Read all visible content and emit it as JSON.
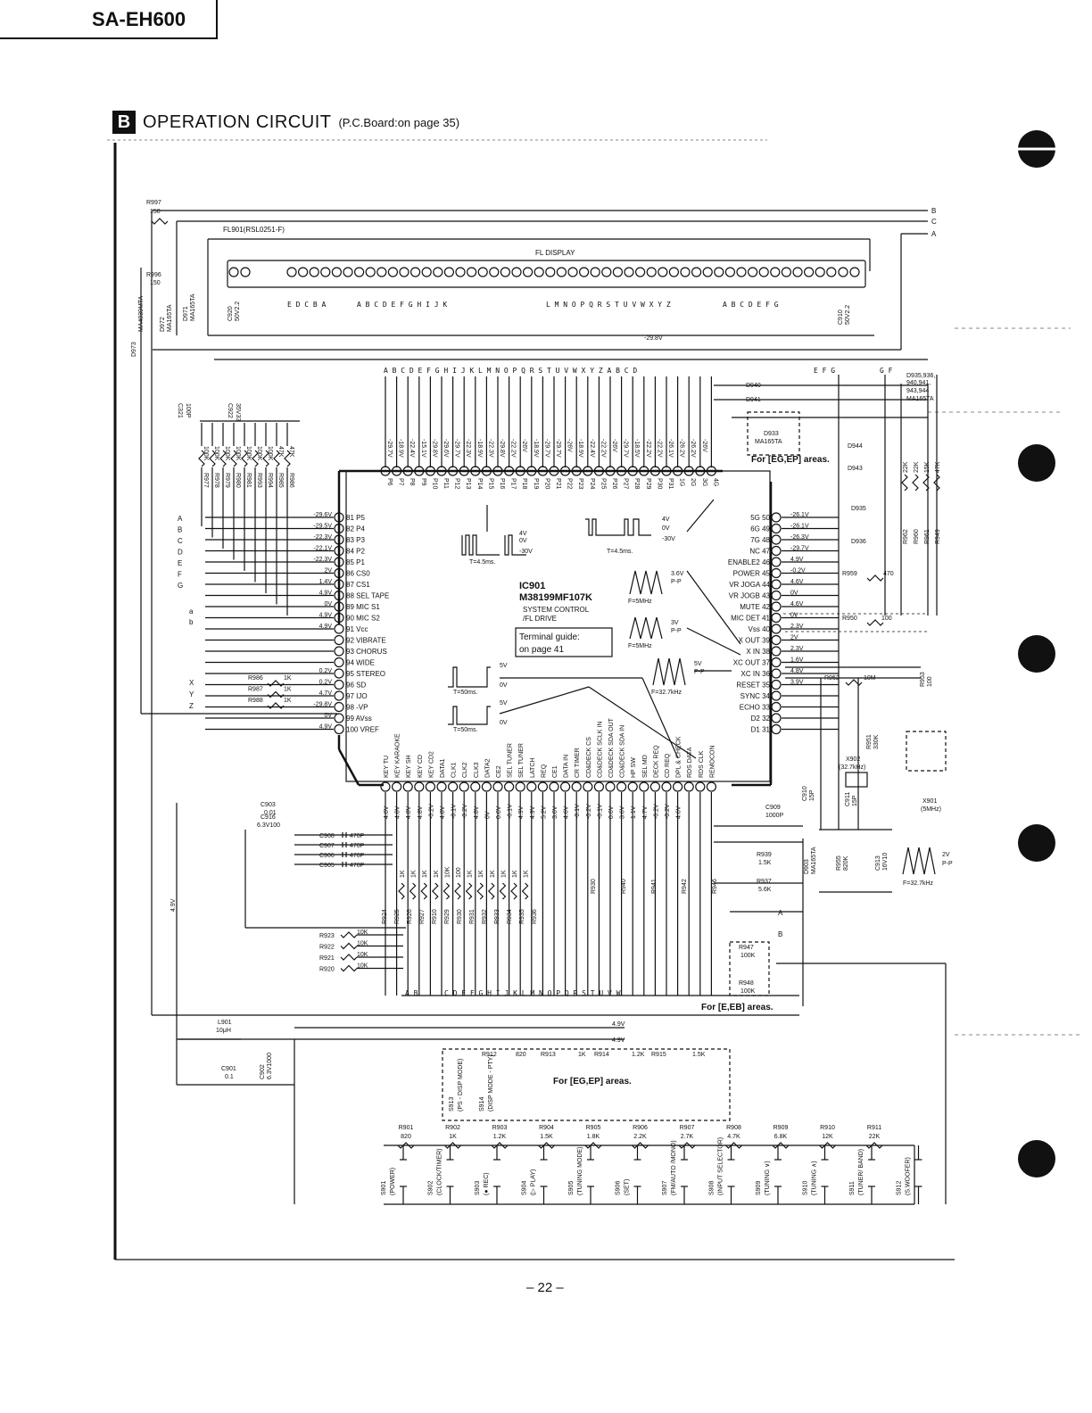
{
  "header": {
    "model": "SA-EH600",
    "section_badge": "B",
    "title": "OPERATION CIRCUIT",
    "subtitle": "(P.C.Board:on page 35)"
  },
  "display": {
    "fl_ref": "FL901(RSL0251-F)",
    "fl_title": "FL DISPLAY",
    "grid_letters_left": "E D C B A",
    "seg_letters_1": "A B C D E F G H I J K",
    "seg_letters_2": "L M N O P Q R S T U V W X Y Z",
    "seg_letters_3": "A B C D E F G",
    "bus_letters": "A B C D E F G H I J K L M N O P Q R S T U V W X Y Z A B C D",
    "bus_letters_right": "E F G",
    "bus_gf": "G F"
  },
  "ic": {
    "ref": "IC901",
    "part": "M38199MF107K",
    "desc1": "SYSTEM CONTROL",
    "desc2": "/FL DRIVE",
    "guide1": "Terminal guide:",
    "guide2": "on page 41"
  },
  "left_pins": [
    {
      "v": "-29.6V",
      "label": "81 P5"
    },
    {
      "v": "-29.5V",
      "label": "82 P4"
    },
    {
      "v": "-22.3V",
      "label": "83 P3"
    },
    {
      "v": "-22.1V",
      "label": "84 P2"
    },
    {
      "v": "-22.3V",
      "label": "85 P1"
    },
    {
      "v": "2V",
      "label": "86 CS0"
    },
    {
      "v": "1.4V",
      "label": "87 CS1"
    },
    {
      "v": "4.9V",
      "label": "88 SEL TAPE"
    },
    {
      "v": "0V",
      "label": "89 MIC S1"
    },
    {
      "v": "4.9V",
      "label": "90 MIC S2"
    },
    {
      "v": "4.9V",
      "label": "91 Vcc"
    },
    {
      "v": "",
      "label": "92 VIBRATE"
    },
    {
      "v": "",
      "label": "93 CHORUS"
    },
    {
      "v": "",
      "label": "94 WIDE"
    },
    {
      "v": "0.2V",
      "label": "95 STEREO"
    },
    {
      "v": "0.2V",
      "label": "96 SD"
    },
    {
      "v": "4.7V",
      "label": "97 IJO"
    },
    {
      "v": "-29.8V",
      "label": "98 -VP"
    },
    {
      "v": "0V",
      "label": "99 AVss"
    },
    {
      "v": "4.9V",
      "label": "100 VREF"
    }
  ],
  "right_pins": [
    {
      "label": "5G 50",
      "v": "-26.1V"
    },
    {
      "label": "6G 49",
      "v": "-26.1V"
    },
    {
      "label": "7G 48",
      "v": "-26.3V"
    },
    {
      "label": "NC 47",
      "v": "-29.7V"
    },
    {
      "label": "ENABLE2 46",
      "v": "4.9V"
    },
    {
      "label": "POWER 45",
      "v": "-0.2V"
    },
    {
      "label": "VR JOGA 44",
      "v": "4.6V"
    },
    {
      "label": "VR JOGB 43",
      "v": "0V"
    },
    {
      "label": "MUTE 42",
      "v": "4.6V"
    },
    {
      "label": "MIC DET 41",
      "v": "0V"
    },
    {
      "label": "Vss 40",
      "v": "2.3V"
    },
    {
      "label": "X OUT 39",
      "v": "2V"
    },
    {
      "label": "X IN 38",
      "v": "2.3V"
    },
    {
      "label": "XC OUT 37",
      "v": "1.6V"
    },
    {
      "label": "XC IN 36",
      "v": "4.8V"
    },
    {
      "label": "RESET 35",
      "v": "3.9V"
    },
    {
      "label": "SYNC 34",
      "v": ""
    },
    {
      "label": "ECHO 33",
      "v": ""
    },
    {
      "label": "D2 32",
      "v": ""
    },
    {
      "label": "D1 31",
      "v": ""
    }
  ],
  "top_pins": [
    "P6",
    "P7",
    "P8",
    "P9",
    "P10",
    "P11",
    "P12",
    "P13",
    "P14",
    "P15",
    "P16",
    "P17",
    "P18",
    "P19",
    "P20",
    "P21",
    "P22",
    "P23",
    "P24",
    "P25",
    "P26",
    "P27",
    "P28",
    "P29",
    "P30",
    "P31",
    "1G",
    "2G",
    "3G",
    "4G"
  ],
  "top_voltages": [
    "-29.7V",
    "-18.9V",
    "-22.4V",
    "-15.1V",
    "-29.8V",
    "-29.6V",
    "-29.7V",
    "-22.3V",
    "-18.9V",
    "-22.3V",
    "-29.8V",
    "-22.2V",
    "-26V",
    "-18.9V",
    "-29.7V",
    "-29.7V",
    "-26V",
    "-18.9V",
    "-22.4V",
    "-22.2V",
    "-26V",
    "-29.7V",
    "-18.5V",
    "-22.2V",
    "-22.2V",
    "-26.1V",
    "-26.2V",
    "-26.2V",
    "-26V"
  ],
  "bottom_pins": [
    "KEY TU",
    "KEY KARAOKE",
    "KEY SH",
    "KEY CD",
    "KEY CD2",
    "DATA1",
    "CLK1",
    "CLK2",
    "CLK3",
    "DATA2",
    "CE2",
    "SEL TUNER",
    "SEL TUNER",
    "LATCH",
    "REQ",
    "CE1",
    "DATA IN",
    "CR TIMER",
    "CD&DECK CS",
    "CD&DECK SCLK IN",
    "CD&DECK SDA OUT",
    "CD&DECK SDA IN",
    "HP SW",
    "SEL MD",
    "DECK REQ",
    "CD REQ",
    "DPL & CHECK",
    "RDS DATA",
    "RDS CLK",
    "REMOCON"
  ],
  "bottom_voltages": [
    "4.6V",
    "4.8V",
    "4.8V",
    "4.8V",
    "-0.2V",
    "4.8V",
    "-0.1V",
    "-0.2V",
    "4.8V",
    "0V",
    "0.6V",
    "-0.1V",
    "4.9V",
    "4.9V",
    "5.2V",
    "3.6V",
    "4.6V",
    "-0.1V",
    "-0.2V",
    "-0.1V",
    "0.6V",
    "3.6V",
    "1.1V",
    "4.7V",
    "-0.2V",
    "-0.2V",
    "4.6V"
  ],
  "waveforms": {
    "w1_amp": "4V",
    "w1_zero": "0V",
    "w1_neg": "-30V",
    "w1_t": "T=4.5ms.",
    "w2_amp": "4V",
    "w2_zero": "0V",
    "w2_neg": "-30V",
    "w2_t": "T=4.5ms.",
    "w3_v": "3.6V",
    "w3_pp": "P-P",
    "w3_f": "F=5MHz",
    "w4_v": "3V",
    "w4_pp": "P-P",
    "w4_f": "F=5MHz",
    "w5_v": "5V",
    "w5_pp": "P-P",
    "w5_f": "F=32.7kHz",
    "w6_v": "5V",
    "w6_zero": "0V",
    "w6_t": "T=50ms.",
    "w7_v": "5V",
    "w7_zero": "0V",
    "w7_t": "T=50ms.",
    "w8_v": "2V",
    "w8_pp": "P-P",
    "w8_f": "F=32.7kHz"
  },
  "components": {
    "r997": "R997",
    "r997v": "150",
    "r996": "R996",
    "r996v": "150",
    "d973": "D973",
    "d973p": "MA4039MTA",
    "d972": "D972",
    "d972p": "MA165TA",
    "d971": "D971",
    "d971p": "MA165TA",
    "c920": "C920",
    "c920v": "50V2.2",
    "c910": "C910",
    "c910v": "50V2.2",
    "c321": "C321",
    "c321v": "100P",
    "c922": "C922",
    "c922v": "35V33",
    "d935": "D935,936,",
    "d935b": "940,941,",
    "d935c": "943,944",
    "d935p": "MA165TA",
    "d940": "D940",
    "d941": "D941",
    "d933": "D933",
    "d933p": "MA165TA",
    "d944": "D944",
    "d943": "D943",
    "d935r": "D935",
    "d936": "D936",
    "for_eg_ep": "For [EG,EP] areas.",
    "for_e_eb": "For [E,EB] areas.",
    "for_eg_ep2": "For [EG,EP] areas.",
    "r959": "R959",
    "r959v": "470",
    "r950": "R950",
    "r950v": "100",
    "r952": "R952",
    "r952v": "10M",
    "r953": "R953",
    "r953v": "100",
    "r951": "R951",
    "r951v": "330K",
    "x902": "X902",
    "x902v": "(32.7kHz)",
    "x901": "X901",
    "x901v": "(5MHz)",
    "c909": "C909",
    "c909v": "1000P",
    "c910b": "C910",
    "c910bv": "15P",
    "c911": "C911",
    "c911v": "15P",
    "d903": "D903",
    "d903p": "MA165TA",
    "r955": "R955",
    "r955v": "820K",
    "c913": "C913",
    "c913v": "16V10",
    "r939": "R939",
    "r939v": "1.5K",
    "r937": "R937",
    "r937v": "5.6K",
    "r947": "R947",
    "r947v": "100K",
    "r948": "R948",
    "r948v": "100K",
    "r986": "R986",
    "r987": "R987",
    "r988": "R988",
    "r_1k": "1K",
    "c903": "C903",
    "c903v": "0.01",
    "c916": "C916",
    "c916v": "6.3V100",
    "c905": "C905",
    "c906": "C906",
    "c907": "C907",
    "c908": "C908",
    "c_470p": "470P",
    "r923": "R923",
    "r922": "R922",
    "r921": "R921",
    "r920": "R920",
    "r_10k": "10K",
    "l901": "L901",
    "l901v": "10μH",
    "c901": "C901",
    "c901v": "0.1",
    "c902": "C902",
    "c902v": "6.3V1000",
    "v49a": "4.9V",
    "v49b": "4.9V",
    "v49c": "4.9V",
    "v298": "-29.8V",
    "r912": "R912",
    "r912v": "820",
    "r913": "R913",
    "r913v": "1K",
    "r914": "R914",
    "r914v": "1.2K",
    "r915": "R915",
    "r915v": "1.5K"
  },
  "pullups": [
    "R977",
    "R978",
    "R979",
    "R980",
    "R981",
    "R993",
    "R994",
    "R985",
    "R986"
  ],
  "pullup_values": [
    "100K",
    "100K",
    "100K",
    "100K",
    "100K",
    "100K",
    "100K",
    "47K",
    "47K"
  ],
  "right_res": [
    "R962",
    "R960",
    "R961",
    "R949"
  ],
  "right_res_v": [
    "22K",
    "22K",
    "15K",
    "47K"
  ],
  "low_res_v": [
    "1K",
    "1K",
    "1K",
    "1K",
    "10K",
    "100",
    "1K",
    "1K",
    "1K",
    "1K",
    "1K",
    "1K"
  ],
  "low_res": [
    "R924",
    "R925",
    "R926",
    "R927",
    "R910",
    "R929",
    "R930",
    "R931",
    "R932",
    "R933",
    "R934",
    "R935",
    "R936"
  ],
  "mid_res": [
    "R930",
    "R940",
    "R941",
    "R942",
    "R946"
  ],
  "bottom_bus_left": "A B",
  "bottom_bus_letters": "C D E F G H I J K L M N O P Q R S T U V W",
  "key_resistors": [
    {
      "ref": "R901",
      "v": "820"
    },
    {
      "ref": "R902",
      "v": "1K"
    },
    {
      "ref": "R903",
      "v": "1.2K"
    },
    {
      "ref": "R904",
      "v": "1.5K"
    },
    {
      "ref": "R905",
      "v": "1.8K"
    },
    {
      "ref": "R906",
      "v": "2.2K"
    },
    {
      "ref": "R907",
      "v": "2.7K"
    },
    {
      "ref": "R908",
      "v": "4.7K"
    },
    {
      "ref": "R909",
      "v": "6.8K"
    },
    {
      "ref": "R910",
      "v": "12K"
    },
    {
      "ref": "R911",
      "v": "22K"
    }
  ],
  "switches": [
    {
      "ref": "S901",
      "label": "(POWER)"
    },
    {
      "ref": "S902",
      "label": "(CLOCK/TIMER)"
    },
    {
      "ref": "S903",
      "label": "(● REC)"
    },
    {
      "ref": "S904",
      "label": "(▷ PLAY)"
    },
    {
      "ref": "S905",
      "label": "(TUNING MODE)"
    },
    {
      "ref": "S906",
      "label": "(SET)"
    },
    {
      "ref": "S907",
      "label": "(FM/AUTO /MONO)"
    },
    {
      "ref": "S908",
      "label": "(INPUT SELECTOR)"
    },
    {
      "ref": "S909",
      "label": "(TUNING ∨)"
    },
    {
      "ref": "S910",
      "label": "(TUNING ∧)"
    },
    {
      "ref": "S911",
      "label": "(TUNER/ BAND)"
    },
    {
      "ref": "S912",
      "label": "(S.WOOFER)"
    }
  ],
  "switches_eg": [
    {
      "ref": "S913",
      "label": "(PS - DISP MODE)"
    },
    {
      "ref": "S914",
      "label": "(DISP MODE - PTY)"
    }
  ],
  "connectors": {
    "b": "B",
    "c": "C",
    "a": "A",
    "ca": "A",
    "cb": "B"
  },
  "footer": {
    "page": "– 22 –"
  }
}
